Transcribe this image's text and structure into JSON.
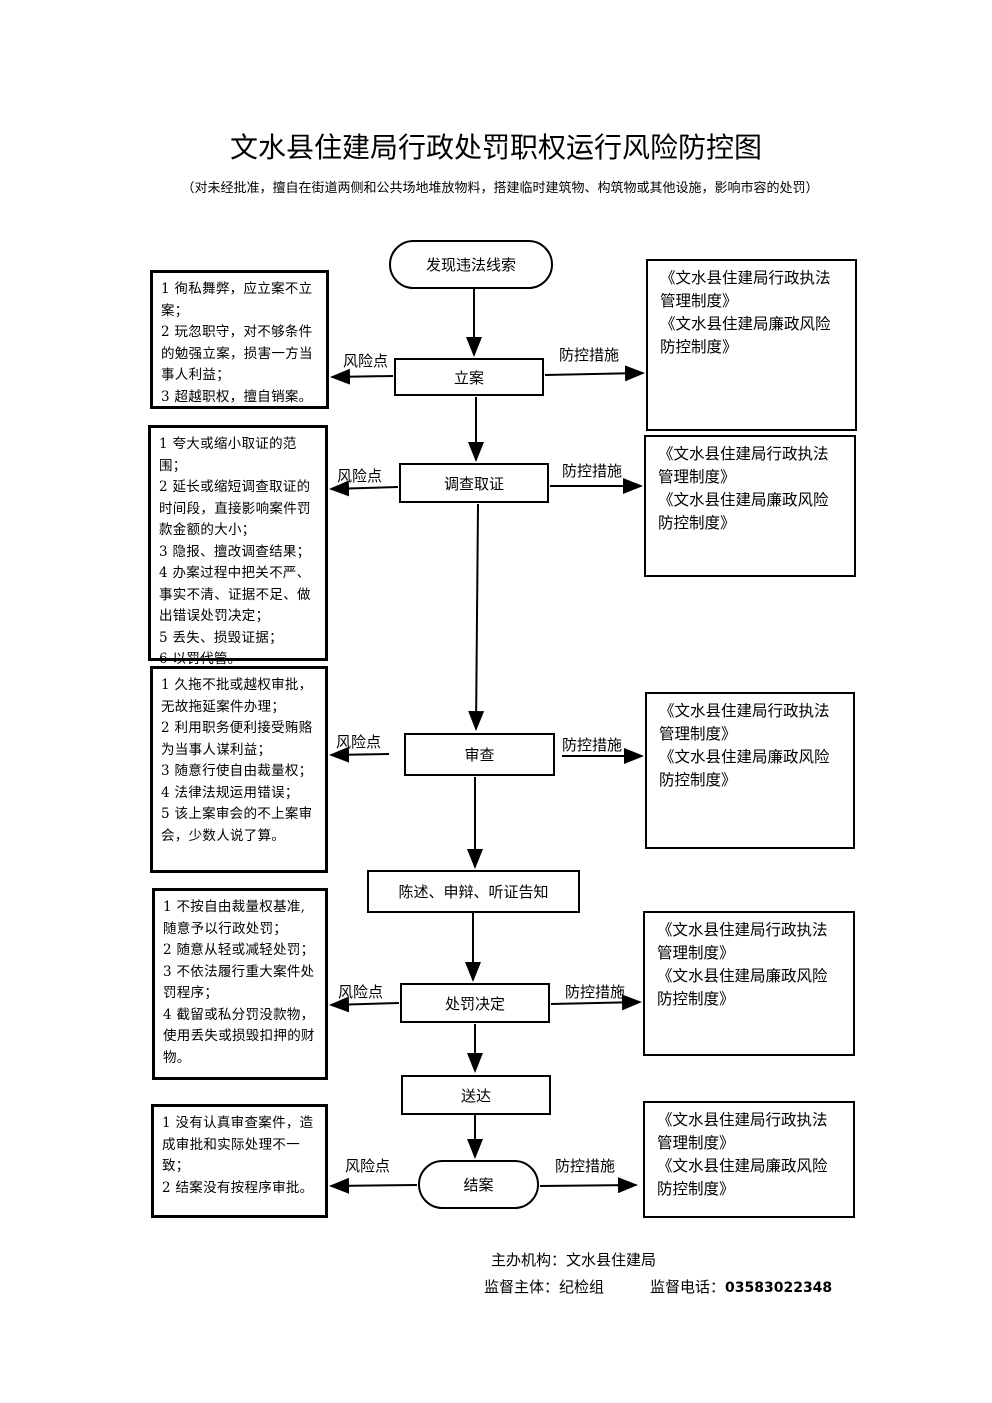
{
  "title": "文水县住建局行政处罚职权运行风险防控图",
  "subtitle": "（对未经批准，擅自在街道两侧和公共场地堆放物料，搭建临时建筑物、构筑物或其他设施，影响市容的处罚）",
  "start_node": "发现违法线索",
  "risk_label": "风险点",
  "control_label": "防控措施",
  "steps": [
    {
      "name": "立案",
      "risks": [
        "1 徇私舞弊，应立案不立案；",
        "2 玩忽职守，对不够条件的勉强立案，损害一方当事人利益；",
        "3 超越职权，擅自销案。"
      ],
      "controls": [
        "《文水县住建局行政执法管理制度》",
        "《文水县住建局廉政风险防控制度》"
      ]
    },
    {
      "name": "调查取证",
      "risks": [
        "1 夸大或缩小取证的范围；",
        "2 延长或缩短调查取证的时间段，直接影响案件罚款金额的大小；",
        "3 隐报、擅改调查结果；",
        "4 办案过程中把关不严、事实不清、证据不足、做出错误处罚决定；",
        "5 丢失、损毁证据；",
        "6 以罚代管。"
      ],
      "controls": [
        "《文水县住建局行政执法管理制度》",
        "《文水县住建局廉政风险防控制度》"
      ]
    },
    {
      "name": "审查",
      "risks": [
        "1 久拖不批或越权审批，无故拖延案件办理；",
        "2 利用职务便利接受贿赂为当事人谋利益；",
        "3 随意行使自由裁量权；",
        "4 法律法规运用错误；",
        "5 该上案审会的不上案审会，少数人说了算。"
      ],
      "controls": [
        "《文水县住建局行政执法管理制度》",
        "《文水县住建局廉政风险防控制度》"
      ]
    },
    {
      "name": "处罚决定",
      "risks": [
        "1 不按自由裁量权基准,随意予以行政处罚；",
        "2 随意从轻或减轻处罚；",
        "3 不依法履行重大案件处罚程序；",
        "4 截留或私分罚没款物，使用丢失或损毁扣押的财物。"
      ],
      "controls": [
        "《文水县住建局行政执法管理制度》",
        "《文水县住建局廉政风险防控制度》"
      ]
    },
    {
      "name": "结案",
      "risks": [
        "1 没有认真审查案件，造成审批和实际处理不一致；",
        "2 结案没有按程序审批。"
      ],
      "controls": [
        "《文水县住建局行政执法管理制度》",
        "《文水县住建局廉政风险防控制度》"
      ]
    }
  ],
  "notice_node": "陈述、申辩、听证告知",
  "delivery_node": "送达",
  "footer": {
    "organizer": "主办机构：文水县住建局",
    "supervisor": "监督主体：纪检组",
    "phone_label": "监督电话：",
    "phone": "03583022348"
  }
}
